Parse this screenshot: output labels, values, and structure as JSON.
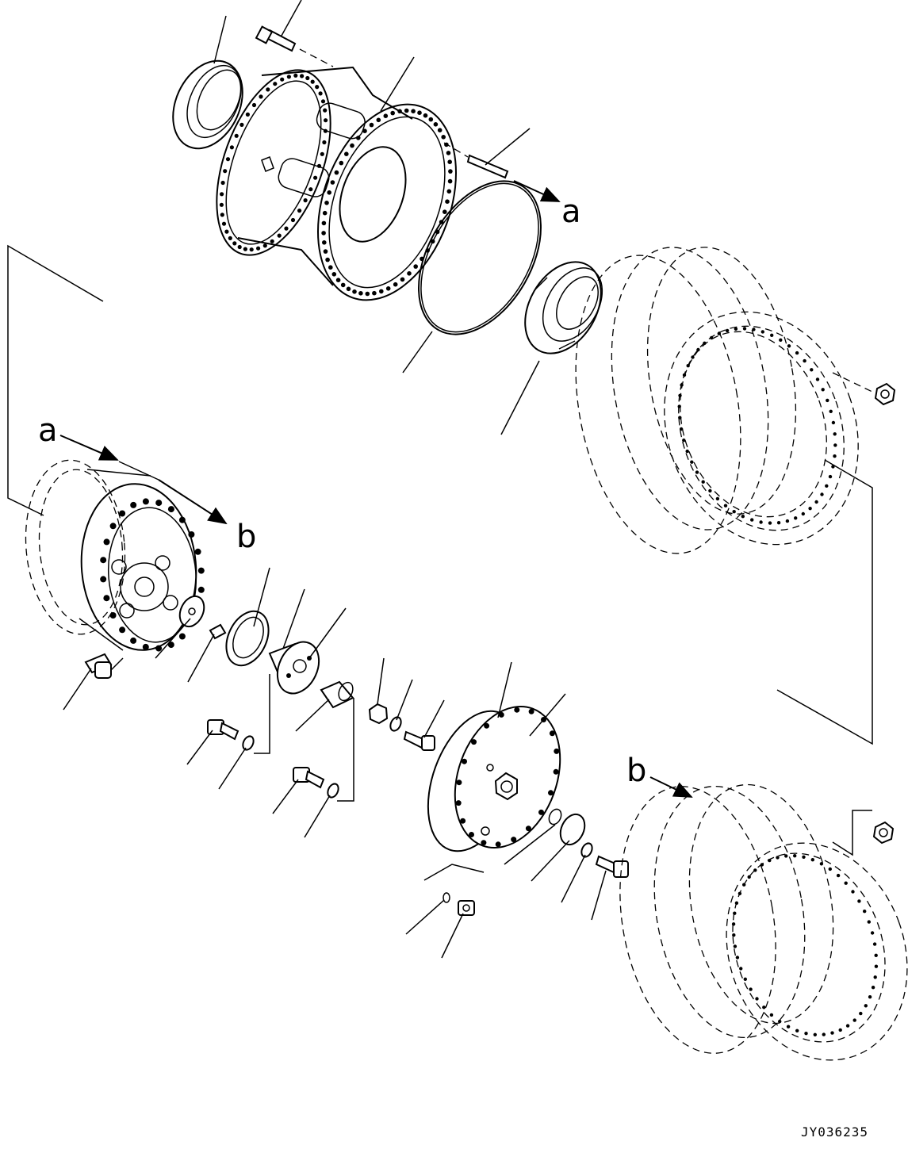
{
  "callouts": {
    "a_top": "a",
    "a_left": "a",
    "b_left": "b",
    "b_right": "b"
  },
  "drawing_code": "JY036235"
}
